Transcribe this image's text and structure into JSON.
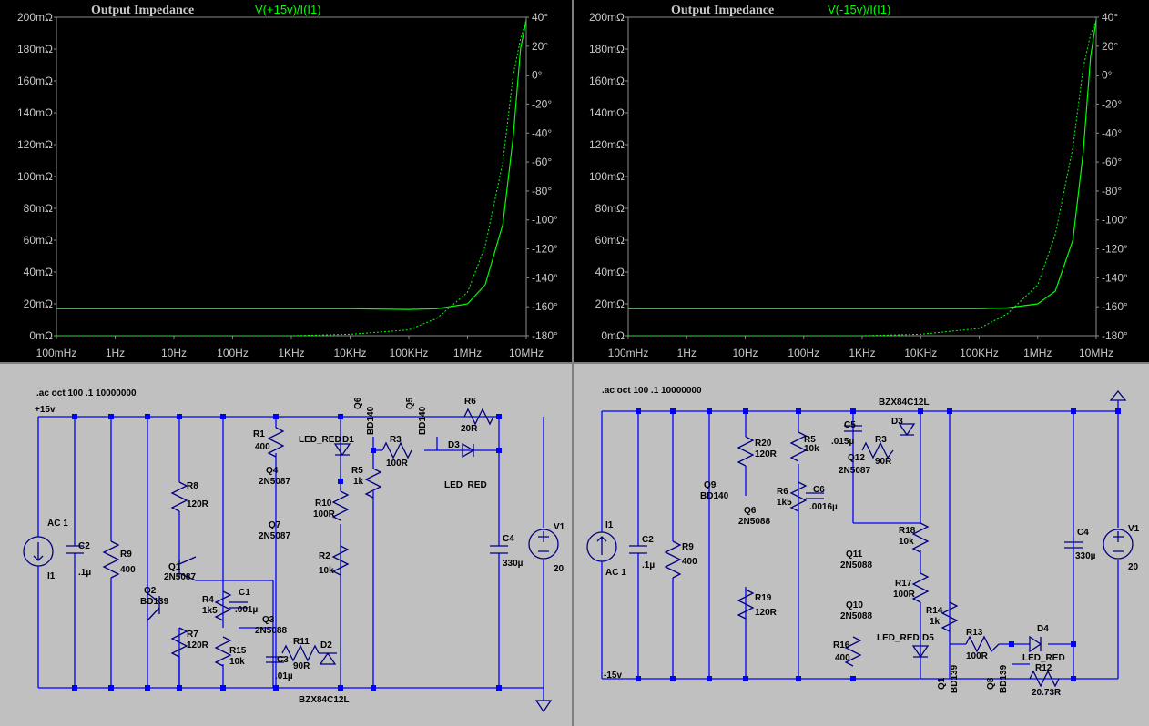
{
  "left_plot": {
    "title": "Output Impedance",
    "trace_label": "V(+15v)/I(I1)",
    "y_left_ticks": [
      "200mΩ",
      "180mΩ",
      "160mΩ",
      "140mΩ",
      "120mΩ",
      "100mΩ",
      "80mΩ",
      "60mΩ",
      "40mΩ",
      "20mΩ",
      "0mΩ"
    ],
    "y_right_ticks": [
      "40°",
      "20°",
      "0°",
      "-20°",
      "-40°",
      "-60°",
      "-80°",
      "-100°",
      "-120°",
      "-140°",
      "-160°",
      "-180°"
    ],
    "x_ticks": [
      "100mHz",
      "1Hz",
      "10Hz",
      "100Hz",
      "1KHz",
      "10KHz",
      "100KHz",
      "1MHz",
      "10MHz"
    ]
  },
  "right_plot": {
    "title": "Output Impedance",
    "trace_label": "V(-15v)/I(I1)",
    "y_left_ticks": [
      "200mΩ",
      "180mΩ",
      "160mΩ",
      "140mΩ",
      "120mΩ",
      "100mΩ",
      "80mΩ",
      "60mΩ",
      "40mΩ",
      "20mΩ",
      "0mΩ"
    ],
    "y_right_ticks": [
      "40°",
      "20°",
      "0°",
      "-20°",
      "-40°",
      "-60°",
      "-80°",
      "-100°",
      "-120°",
      "-140°",
      "-160°",
      "-180°"
    ],
    "x_ticks": [
      "100mHz",
      "1Hz",
      "10Hz",
      "100Hz",
      "1KHz",
      "10KHz",
      "100KHz",
      "1MHz",
      "10MHz"
    ]
  },
  "chart_data": [
    {
      "type": "line",
      "title": "Output Impedance",
      "x_scale": "log",
      "xlim": [
        "100mHz",
        "10MHz"
      ],
      "ylim_magnitude_mohm": [
        0,
        200
      ],
      "ylim_phase_deg": [
        -180,
        40
      ],
      "series": [
        {
          "name": "V(+15v)/I(I1)",
          "x_hz": [
            0.1,
            1,
            10,
            100,
            1000,
            10000,
            100000,
            300000,
            1000000,
            2000000,
            4000000,
            6000000,
            8000000,
            10000000
          ],
          "magnitude_mohm": [
            17,
            17,
            17,
            17,
            17,
            17,
            16.5,
            17,
            20,
            32,
            70,
            125,
            180,
            198
          ]
        },
        {
          "name": "V(+15v)/I(I1) phase",
          "x_hz": [
            0.1,
            1000,
            10000,
            100000,
            300000,
            1000000,
            2000000,
            4000000,
            6000000,
            8000000,
            10000000
          ],
          "phase_deg": [
            -180,
            -180,
            -179,
            -176,
            -168,
            -150,
            -118,
            -60,
            0,
            25,
            38
          ]
        }
      ]
    },
    {
      "type": "line",
      "title": "Output Impedance",
      "x_scale": "log",
      "xlim": [
        "100mHz",
        "10MHz"
      ],
      "ylim_magnitude_mohm": [
        0,
        200
      ],
      "ylim_phase_deg": [
        -180,
        40
      ],
      "series": [
        {
          "name": "V(-15v)/I(I1)",
          "x_hz": [
            0.1,
            1,
            10,
            100,
            1000,
            10000,
            100000,
            300000,
            1000000,
            2000000,
            4000000,
            6000000,
            8000000,
            10000000
          ],
          "magnitude_mohm": [
            17,
            17,
            17,
            17,
            17,
            17,
            17,
            17.5,
            20,
            28,
            60,
            115,
            175,
            198
          ]
        },
        {
          "name": "V(-15v)/I(I1) phase",
          "x_hz": [
            0.1,
            1000,
            10000,
            100000,
            300000,
            1000000,
            2000000,
            4000000,
            6000000,
            8000000,
            10000000
          ],
          "phase_deg": [
            -180,
            -180,
            -179,
            -175,
            -165,
            -145,
            -110,
            -50,
            5,
            28,
            38
          ]
        }
      ]
    }
  ],
  "left_schematic": {
    "directive": ".ac oct 100 .1 10000000",
    "net_label": "+15v",
    "labels": {
      "ac1": "AC 1",
      "i1": "I1",
      "c2": "C2",
      "c2v": ".1µ",
      "r9": "R9",
      "r9v": "400",
      "r8": "R8",
      "r8v": "120R",
      "q1": "Q1",
      "q1v": "2N5087",
      "q2": "Q2",
      "q2v": "BD139",
      "r7": "R7",
      "r7v": "120R",
      "r4": "R4",
      "r4v": "1k5",
      "c1": "C1",
      "c1v": ".001µ",
      "r15": "R15",
      "r15v": "10k",
      "q3": "Q3",
      "q3v": "2N5088",
      "c3": "C3",
      "c3v": ".01µ",
      "r11": "R11",
      "r11v": "90R",
      "d2": "D2",
      "d2v": "BZX84C12L",
      "r1": "R1",
      "r1v": "400",
      "q4": "Q4",
      "q4v": "2N5087",
      "q7": "Q7",
      "q7v": "2N5087",
      "r10": "R10",
      "r10v": "100R",
      "r2": "R2",
      "r2v": "10k",
      "d1": "LED_RED",
      "d1n": "D1",
      "q6": "Q6",
      "q6v": "BD140",
      "q5": "Q5",
      "q5v": "BD140",
      "r5": "R5",
      "r5v": "1k",
      "r3": "R3",
      "r3v": "100R",
      "r6": "R6",
      "r6v": "20R",
      "d3": "D3",
      "d3v": "LED_RED",
      "c4": "C4",
      "c4v": "330µ",
      "v1": "V1",
      "v1v": "20"
    }
  },
  "right_schematic": {
    "directive": ".ac oct 100 .1 10000000",
    "net_label": "-15v",
    "labels": {
      "i1": "I1",
      "ac1": "AC 1",
      "c2": "C2",
      "c2v": ".1µ",
      "r9": "R9",
      "r9v": "400",
      "q9": "Q9",
      "q9v": "BD140",
      "q6": "Q6",
      "q6v": "2N5088",
      "r20": "R20",
      "r20v": "120R",
      "r19": "R19",
      "r19v": "120R",
      "r5": "R5",
      "r5v": "10k",
      "r6": "R6",
      "r6v": "1k5",
      "c6": "C6",
      "c6v": ".0016µ",
      "c5": "C5",
      "c5v": ".015µ",
      "q12": "Q12",
      "q12v": "2N5087",
      "d3": "D3",
      "d3v": "BZX84C12L",
      "r3": "R3",
      "r3v": "90R",
      "r18": "R18",
      "r18v": "10k",
      "q11": "Q11",
      "q11v": "2N5088",
      "r17": "R17",
      "r17v": "100R",
      "q10": "Q10",
      "q10v": "2N5088",
      "r14": "R14",
      "r14v": "1k",
      "r16": "R16",
      "r16v": "400",
      "d5": "D5",
      "d5v": "LED_RED",
      "r13": "R13",
      "r13v": "100R",
      "q1": "Q1",
      "q1v": "BD139",
      "q8": "Q8",
      "q8v": "BD139",
      "d4": "D4",
      "d4v": "LED_RED",
      "r12": "R12",
      "r12v": "20.73R",
      "c4": "C4",
      "c4v": "330µ",
      "v1": "V1",
      "v1v": "20"
    }
  },
  "colors": {
    "plot_bg": "#000000",
    "trace": "#00ff00",
    "axis_text": "#c8c8c8",
    "schematic_bg": "#c0c0c0",
    "wire": "#0000ff",
    "component": "#000080"
  }
}
